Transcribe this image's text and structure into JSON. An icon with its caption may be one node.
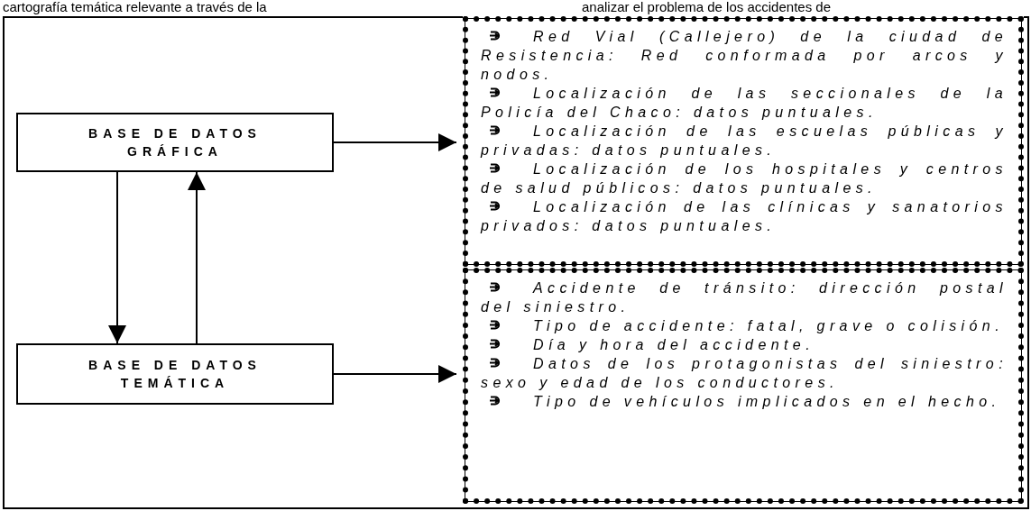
{
  "diagram": {
    "nodes": [
      {
        "text": [],
        "shape": "box"
      },
      {
        "text": [
          "BASE DE DATOS GRÁFICA"
        ],
        "in": 0
      },
      {
        "text": [
          "BASE DE DATOS TEMÁTICA"
        ],
        "in": 0
      },
      {
        "text": [
          "Red Vial (Callejero) de la ciudad de Resistencia: Red conformada por arcos y nodos.",
          "Localización de las seccionales de la Policía del Chaco: datos puntuales.",
          "Localización de las escuelas públicas y privadas: datos puntuales.",
          "Localización de los hospitales y centros de salud públicos: datos puntuales.",
          "Localización de las clínicas y sanatorios privados: datos puntuales."
        ],
        "in": 0
      },
      {
        "text": [
          "Accidente de tránsito: dirección postal del siniestro.",
          "Tipo de accidente: fatal, grave o colisión.",
          "Día y hora del accidente.",
          "Datos de los protagonistas del siniestro: sexo y edad de los conductores.",
          "Tipo de vehículos implicados en el hecho."
        ],
        "in": 0
      }
    ],
    "edges": [
      {
        "from": 1,
        "to": 3,
        "arrow": "to"
      },
      {
        "from": 2,
        "to": 4,
        "arrow": "to"
      },
      {
        "from": 1,
        "to": 2,
        "arrow": "to"
      },
      {
        "from": 2,
        "to": 1,
        "arrow": "to"
      }
    ],
    "labels": [
      "cartografía temática relevante a través de la",
      "analizar el problema de los accidentes de"
    ]
  }
}
